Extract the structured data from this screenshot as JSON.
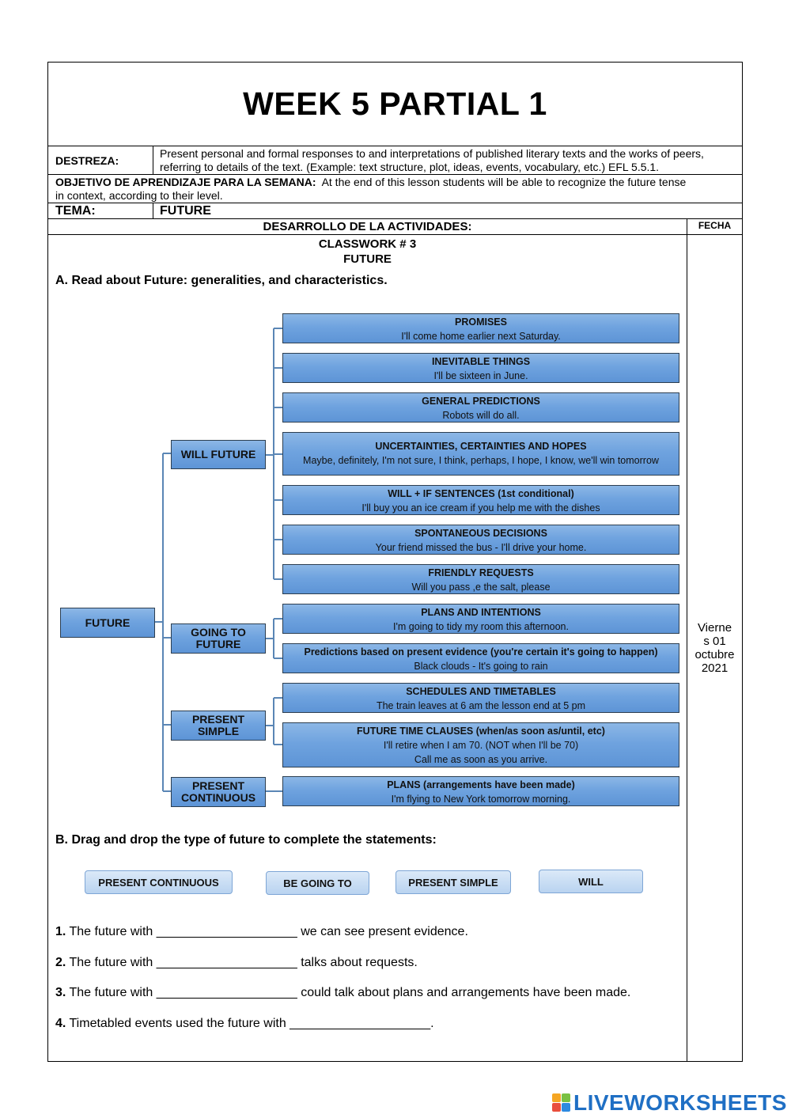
{
  "header": {
    "title": "WEEK 5 PARTIAL 1"
  },
  "destreza": {
    "label": "DESTREZA:",
    "line1": "Present personal and formal responses to and interpretations of published literary texts and the works of peers,",
    "line2": "referring to details of the text. (Example: text structure, plot, ideas, events, vocabulary, etc.) EFL 5.5.1."
  },
  "objetivo": {
    "label": "OBJETIVO DE APRENDIZAJE PARA LA SEMANA:",
    "line1": "At the end of this lesson students will be able to recognize the future tense",
    "line2": "in context, according to their level."
  },
  "tema": {
    "label": "TEMA:",
    "value": "FUTURE"
  },
  "desarrollo": {
    "label": "DESARROLLO DE LA ACTIVIDADES:",
    "fecha_label": "FECHA"
  },
  "fecha": {
    "l1": "Vierne",
    "l2": "s    01",
    "l3": "octubre",
    "l4": "2021"
  },
  "classwork": {
    "title": "CLASSWORK # 3",
    "subtitle": "FUTURE"
  },
  "section_a": {
    "heading": "A. Read about Future: generalities, and characteristics."
  },
  "diagram": {
    "root": "FUTURE",
    "branches": {
      "will": "WILL FUTURE",
      "going": "GOING TO FUTURE",
      "simple": "PRESENT SIMPLE",
      "continuous": "PRESENT CONTINUOUS"
    },
    "leaves": [
      {
        "title": "PROMISES",
        "example": "I'll come home earlier next Saturday."
      },
      {
        "title": "INEVITABLE THINGS",
        "example": "I'll be sixteen in June."
      },
      {
        "title": "GENERAL PREDICTIONS",
        "example": "Robots will do all."
      },
      {
        "title": "UNCERTAINTIES, CERTAINTIES AND HOPES",
        "example": "Maybe, definitely, I'm not sure, I think, perhaps, I hope, I know, we'll win tomorrow"
      },
      {
        "title": "WILL + IF SENTENCES (1st conditional)",
        "example": "I'll buy you an ice cream if you help me with the dishes"
      },
      {
        "title": "SPONTANEOUS DECISIONS",
        "example": "Your friend missed the bus - I'll drive your home."
      },
      {
        "title": "FRIENDLY REQUESTS",
        "example": "Will you pass ,e the salt, please"
      },
      {
        "title": "PLANS AND INTENTIONS",
        "example": "I'm going to tidy my room this afternoon."
      },
      {
        "title": "Predictions based on present evidence (you're certain it's going to happen)",
        "example": "Black clouds - It's going to rain"
      },
      {
        "title": "SCHEDULES AND TIMETABLES",
        "example": "The train leaves at 6 am the lesson end at 5 pm"
      },
      {
        "title": "FUTURE TIME CLAUSES (when/as soon as/until, etc)",
        "example": "I'll retire when I am 70. (NOT when I'll be 70)",
        "example2": "Call me as soon as you arrive."
      },
      {
        "title": "PLANS (arrangements have been made)",
        "example": "I'm flying to New York tomorrow morning."
      }
    ]
  },
  "section_b": {
    "heading": "B. Drag and drop the type of future to complete the statements:",
    "chips": [
      "PRESENT CONTINUOUS",
      "BE GOING TO",
      "PRESENT SIMPLE",
      "WILL"
    ],
    "questions": [
      {
        "num": "1.",
        "pre": " The future with ",
        "blank": "____________________",
        "post": " we can see present evidence."
      },
      {
        "num": "2.",
        "pre": " The future with ",
        "blank": "____________________",
        "post": " talks about requests."
      },
      {
        "num": "3.",
        "pre": " The future with ",
        "blank": "____________________",
        "post": " could talk about plans and arrangements have been made."
      },
      {
        "num": "4.",
        "pre": " Timetabled events used the future with ",
        "blank": "____________________",
        "post": "."
      }
    ]
  },
  "footer": {
    "logo_text": "LIVEWORKSHEETS"
  }
}
